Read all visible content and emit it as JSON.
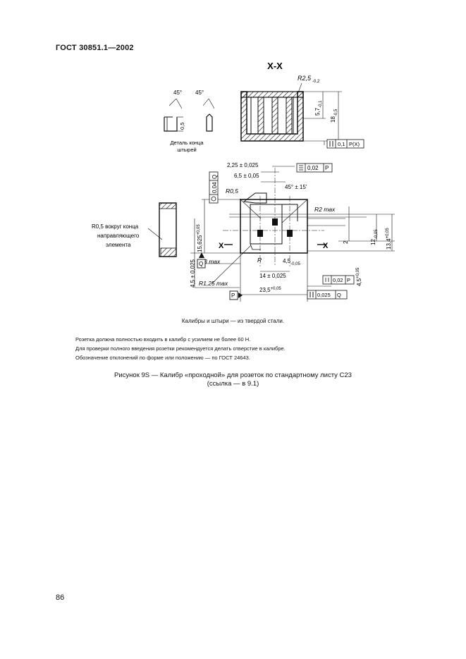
{
  "header": {
    "standard": "ГОСТ 30851.1—2002"
  },
  "drawing": {
    "section_label": "X-X",
    "detail_caption_line1": "Деталь конца",
    "detail_caption_line2": "штырей",
    "angle_left": "45°",
    "angle_right": "45°",
    "dim_05": "0,5",
    "r25": "R2,5",
    "r25_tol": "-0,2",
    "dim_57": "5,7",
    "dim_57_tol": "-0,1",
    "dim_18": "18",
    "dim_18_tol": "-0,5",
    "tol_frame_px_val": "0,1",
    "tol_frame_px_ref": "P(X)",
    "dim_225": "2,25 ± 0,025",
    "dim_65": "6,5 ± 0,05",
    "sym_frame_val": "0,02",
    "sym_frame_ref": "P",
    "pos_frame_val": "0,04",
    "pos_frame_ref": "Q",
    "angle_45_15": "45° ± 15'",
    "r05": "R0,5",
    "r2max": "R2 max",
    "r05_around_line1": "R0,5 вокруг конца",
    "r05_around_line2": "направляющего",
    "r05_around_line3": "элемента",
    "dim_15625": "15,625",
    "dim_15625_tol": "+0,05",
    "dim_2": "2",
    "dim_12": "12",
    "dim_12_tol": "-0,05",
    "dim_134": "13,4",
    "dim_134_tol": "+0,05",
    "dim_45_a": "4,5 ± 0,025",
    "r3max": "R3 max",
    "r_small": "R",
    "dim_45b": "4,5",
    "dim_45b_tol": "-0,05",
    "dim_14": "14 ± 0,025",
    "dim_45c": "4,5",
    "dim_45c_tol": "+0,05",
    "par_frame_val": "0,02",
    "par_frame_ref": "P",
    "r125max": "R1,25 max",
    "dim_235": "23,5",
    "dim_235_tol": "+0,05",
    "perp_frame_val": "0,025",
    "perp_frame_ref": "Q",
    "datum_q": "Q",
    "datum_p": "P",
    "section_mark": "X"
  },
  "caption": "Калибры и штыри — из твердой стали.",
  "notes": [
    "Розетка должна полностью входить в калибр с усилием не более 60 Н.",
    "Для проверки полного введения розетки рекомендуется делать отверстие в калибре.",
    "Обозначение отклонений по форме или положению — по ГОСТ 24643."
  ],
  "figure_title": {
    "line1": "Рисунок 9S — Калибр «проходной» для розеток по стандартному листу С23",
    "line2": "(ссылка — в 9.1)"
  },
  "page_number": "86"
}
